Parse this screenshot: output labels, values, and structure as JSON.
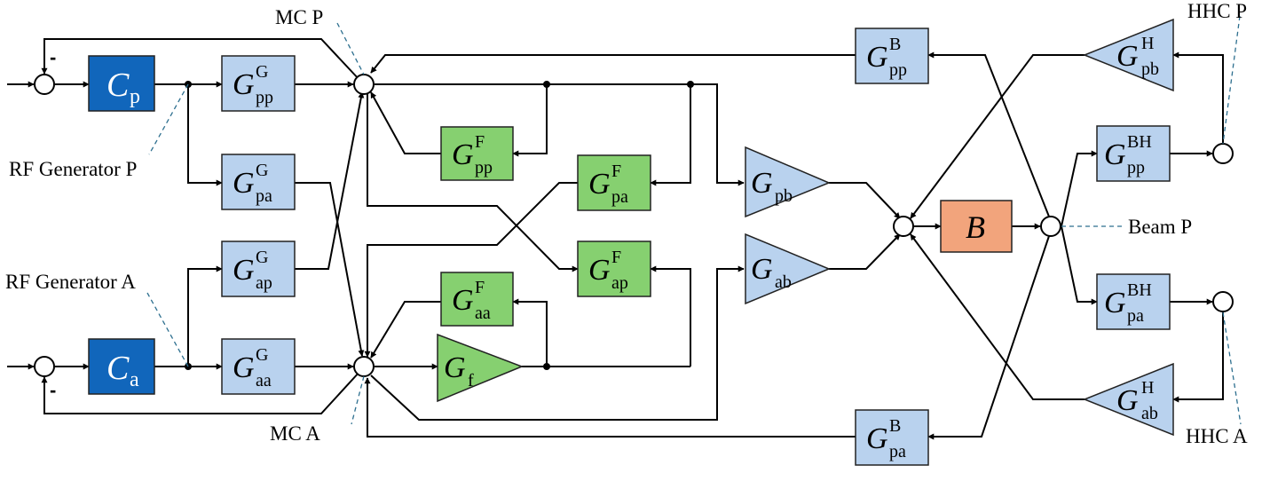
{
  "labels": {
    "mc_p": "MC P",
    "mc_a": "MC A",
    "hhc_p": "HHC P",
    "hhc_a": "HHC A",
    "rf_generator_p": "RF Generator P",
    "rf_generator_a": "RF Generator A",
    "beam_p": "Beam P",
    "minus": "-"
  },
  "colors": {
    "controller": "#1166bb",
    "generator_block": "#b9d2ee",
    "feedback_block": "#86d070",
    "beam_block": "#f2a47c",
    "block_border": "#222222",
    "wire": "#000000",
    "callout_line": "#2d6f8f"
  },
  "blocks": {
    "c_p": {
      "main": "C",
      "sub": "p"
    },
    "c_a": {
      "main": "C",
      "sub": "a"
    },
    "g_pp_g": {
      "main": "G",
      "sup": "G",
      "sub": "pp"
    },
    "g_pa_g": {
      "main": "G",
      "sup": "G",
      "sub": "pa"
    },
    "g_ap_g": {
      "main": "G",
      "sup": "G",
      "sub": "ap"
    },
    "g_aa_g": {
      "main": "G",
      "sup": "G",
      "sub": "aa"
    },
    "g_pp_f": {
      "main": "G",
      "sup": "F",
      "sub": "pp"
    },
    "g_pa_f": {
      "main": "G",
      "sup": "F",
      "sub": "pa"
    },
    "g_ap_f": {
      "main": "G",
      "sup": "F",
      "sub": "ap"
    },
    "g_aa_f": {
      "main": "G",
      "sup": "F",
      "sub": "aa"
    },
    "g_f": {
      "main": "G",
      "sub": "f"
    },
    "g_pb": {
      "main": "G",
      "sub": "pb"
    },
    "g_ab": {
      "main": "G",
      "sub": "ab"
    },
    "b": {
      "main": "B"
    },
    "g_pp_b": {
      "main": "G",
      "sup": "B",
      "sub": "pp"
    },
    "g_pa_b": {
      "main": "G",
      "sup": "B",
      "sub": "pa"
    },
    "g_pb_h": {
      "main": "G",
      "sup": "H",
      "sub": "pb"
    },
    "g_ab_h": {
      "main": "G",
      "sup": "H",
      "sub": "ab"
    },
    "g_pp_bh": {
      "main": "G",
      "sup": "BH",
      "sub": "pp"
    },
    "g_pa_bh": {
      "main": "G",
      "sup": "BH",
      "sub": "pa"
    }
  }
}
